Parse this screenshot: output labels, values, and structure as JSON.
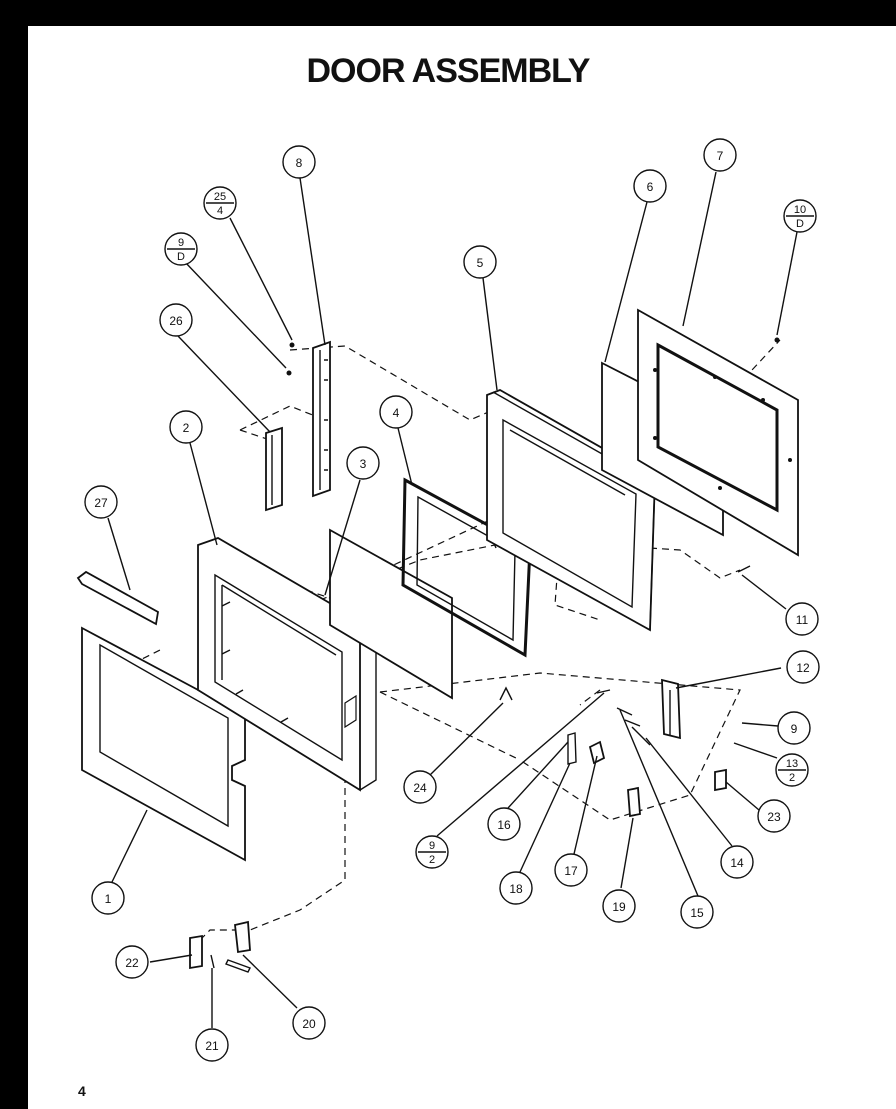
{
  "title": "DOOR ASSEMBLY",
  "page_number": "4",
  "callouts": [
    {
      "id": "c1",
      "label": "1"
    },
    {
      "id": "c2",
      "label": "2"
    },
    {
      "id": "c3",
      "label": "3"
    },
    {
      "id": "c4",
      "label": "4"
    },
    {
      "id": "c5",
      "label": "5"
    },
    {
      "id": "c6",
      "label": "6"
    },
    {
      "id": "c7",
      "label": "7"
    },
    {
      "id": "c8",
      "label": "8"
    },
    {
      "id": "c9",
      "label": "9"
    },
    {
      "id": "c11",
      "label": "11"
    },
    {
      "id": "c12",
      "label": "12"
    },
    {
      "id": "c14",
      "label": "14"
    },
    {
      "id": "c15",
      "label": "15"
    },
    {
      "id": "c16",
      "label": "16"
    },
    {
      "id": "c17",
      "label": "17"
    },
    {
      "id": "c18",
      "label": "18"
    },
    {
      "id": "c19",
      "label": "19"
    },
    {
      "id": "c20",
      "label": "20"
    },
    {
      "id": "c21",
      "label": "21"
    },
    {
      "id": "c22",
      "label": "22"
    },
    {
      "id": "c23",
      "label": "23"
    },
    {
      "id": "c24",
      "label": "24"
    },
    {
      "id": "c26",
      "label": "26"
    },
    {
      "id": "c27",
      "label": "27"
    }
  ],
  "fraction_callouts": [
    {
      "id": "f25_4",
      "top": "25",
      "bottom": "4"
    },
    {
      "id": "f9_D_a",
      "top": "9",
      "bottom": "D"
    },
    {
      "id": "f10_D",
      "top": "10",
      "bottom": "D"
    },
    {
      "id": "f13_2",
      "top": "13",
      "bottom": "2"
    },
    {
      "id": "f9_2",
      "top": "9",
      "bottom": "2"
    }
  ]
}
